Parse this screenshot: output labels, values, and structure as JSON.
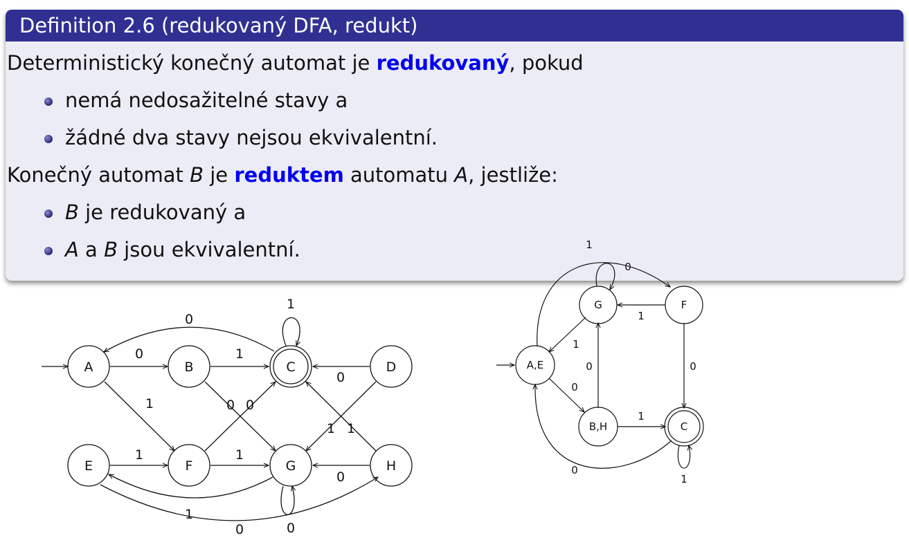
{
  "definition": {
    "title": "Definition 2.6 (redukovaný DFA, redukt)",
    "line1_before": "Deterministický konečný automat je ",
    "line1_keyword": "redukovaný",
    "line1_after": ", pokud",
    "bullets1": [
      "nemá nedosažitelné stavy a",
      "žádné dva stavy nejsou ekvivalentní."
    ],
    "line2_before": "Konečný automat ",
    "line2_var_b": "B",
    "line2_middle": " je ",
    "line2_keyword": "reduktem",
    "line2_after_kw": " automatu ",
    "line2_var_a": "A",
    "line2_end": ", jestliže:",
    "bullet2_1_var": "B",
    "bullet2_1_text": " je redukovaný a",
    "bullet2_2_var1": "A",
    "bullet2_2_mid": " a ",
    "bullet2_2_var2": "B",
    "bullet2_2_text": " jsou ekvivalentní."
  },
  "automaton_left": {
    "states": [
      "A",
      "B",
      "C",
      "D",
      "E",
      "F",
      "G",
      "H"
    ],
    "initial": "A",
    "accepting": [
      "C"
    ],
    "transitions": [
      {
        "from": "A",
        "to": "B",
        "label": "0"
      },
      {
        "from": "A",
        "to": "F",
        "label": "1"
      },
      {
        "from": "B",
        "to": "C",
        "label": "1"
      },
      {
        "from": "B",
        "to": "G",
        "label": "0"
      },
      {
        "from": "C",
        "to": "A",
        "label": "0"
      },
      {
        "from": "C",
        "to": "C",
        "label": "1"
      },
      {
        "from": "D",
        "to": "C",
        "label": "0"
      },
      {
        "from": "D",
        "to": "G",
        "label": "1"
      },
      {
        "from": "E",
        "to": "F",
        "label": "1"
      },
      {
        "from": "E",
        "to": "H",
        "label": "0"
      },
      {
        "from": "F",
        "to": "G",
        "label": "1"
      },
      {
        "from": "F",
        "to": "C",
        "label": "0"
      },
      {
        "from": "G",
        "to": "E",
        "label": "1"
      },
      {
        "from": "G",
        "to": "G",
        "label": "0"
      },
      {
        "from": "H",
        "to": "G",
        "label": "0"
      },
      {
        "from": "H",
        "to": "C",
        "label": "1"
      }
    ]
  },
  "automaton_right": {
    "states": [
      "A,E",
      "G",
      "F",
      "B,H",
      "C"
    ],
    "initial": "A,E",
    "accepting": [
      "C"
    ],
    "transitions": [
      {
        "from": "A,E",
        "to": "F",
        "label": "1"
      },
      {
        "from": "A,E",
        "to": "B,H",
        "label": "0"
      },
      {
        "from": "G",
        "to": "A,E",
        "label": "1"
      },
      {
        "from": "G",
        "to": "G",
        "label": "0"
      },
      {
        "from": "F",
        "to": "G",
        "label": "1"
      },
      {
        "from": "F",
        "to": "C",
        "label": "0"
      },
      {
        "from": "B,H",
        "to": "G",
        "label": "0"
      },
      {
        "from": "B,H",
        "to": "C",
        "label": "1"
      },
      {
        "from": "C",
        "to": "A,E",
        "label": "0"
      },
      {
        "from": "C",
        "to": "C",
        "label": "1"
      }
    ]
  }
}
